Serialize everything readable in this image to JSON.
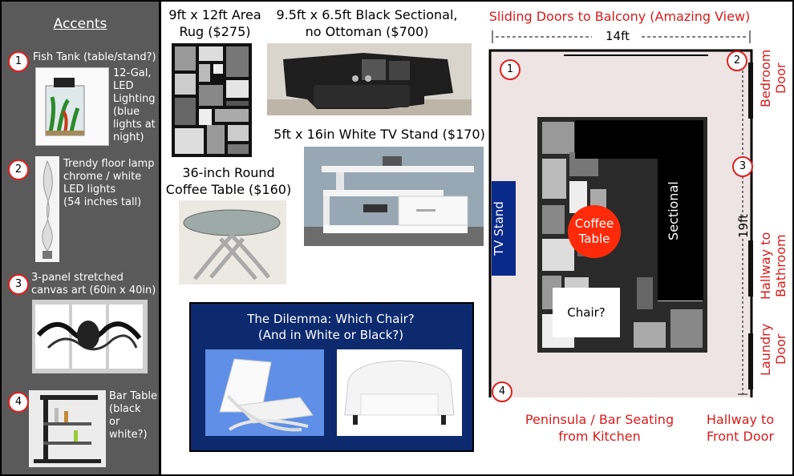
{
  "sidebar": {
    "title": "Accents",
    "items": [
      {
        "number": "1",
        "label": "Fish Tank (table/stand?)",
        "detail": [
          "12-Gal,",
          "LED",
          "Lighting",
          "(blue",
          "lights at",
          "night)"
        ]
      },
      {
        "number": "2",
        "label": [
          "Trendy floor lamp",
          "chrome / white",
          "LED lights",
          "(54 inches tall)"
        ]
      },
      {
        "number": "3",
        "label": [
          "3-panel stretched",
          "canvas art (60in x 40in)"
        ]
      },
      {
        "number": "4",
        "label": [
          "Bar Table",
          "(black",
          "or",
          "white?)"
        ]
      }
    ]
  },
  "products": {
    "rug": [
      "9ft x 12ft Area",
      "Rug ($275)"
    ],
    "sectional": [
      "9.5ft x 6.5ft Black Sectional,",
      "no Ottoman ($700)"
    ],
    "tv_stand": "5ft x 16in White TV Stand ($170)",
    "coffee_table": [
      "36-inch Round",
      "Coffee Table ($160)"
    ]
  },
  "dilemma": {
    "title": [
      "The Dilemma: Which Chair?",
      "(And in White or Black?)"
    ]
  },
  "floorplan": {
    "top_label": "Sliding Doors to Balcony (Amazing View)",
    "width_label": "14ft",
    "height_label": "19ft",
    "bedroom_door": [
      "Bedroom",
      "Door"
    ],
    "hallway_bathroom": [
      "Hallway to",
      "Bathroom"
    ],
    "laundry_door": [
      "Laundry",
      "Door"
    ],
    "peninsula": [
      "Peninsula / Bar Seating",
      "from Kitchen"
    ],
    "front_door": [
      "Hallway to",
      "Front Door"
    ],
    "tv_stand_label": "TV Stand",
    "sectional_label": "Sectional",
    "coffee_table_label": [
      "Coffee",
      "Table"
    ],
    "chair_label": "Chair?",
    "markers": [
      "1",
      "2",
      "3",
      "4"
    ]
  },
  "colors": {
    "accent_red": "#d81c1c",
    "sidebar_bg": "#5a5a5a",
    "room_floor": "#efe4e4",
    "tv_stand_blue": "#0a2a8a",
    "dilemma_bg": "#0d2a6e",
    "dilemma_photo_bg": "#5f8fe6",
    "coffee_table_red": "#ff2a0a"
  }
}
